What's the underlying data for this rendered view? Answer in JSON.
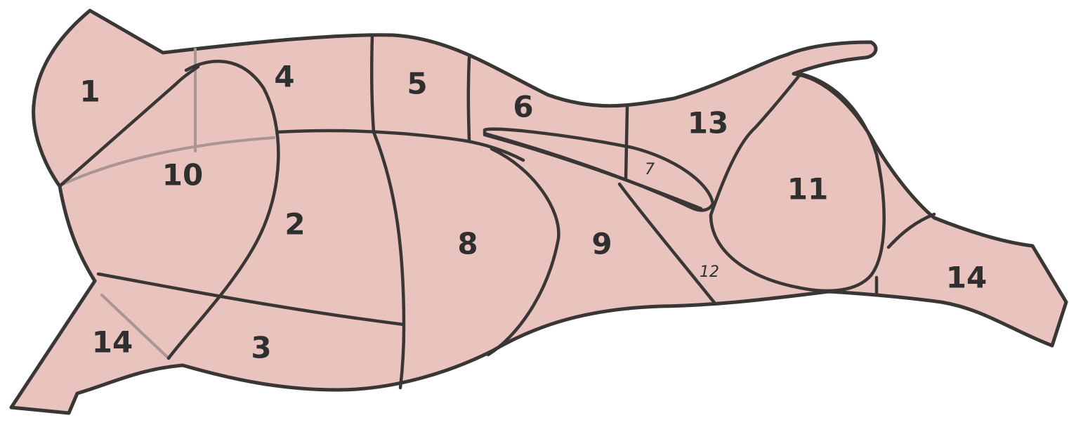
{
  "diagram": {
    "colors": {
      "fill": "#e9c3bd",
      "line": "#3a3636",
      "faint_line": "#a99593",
      "label": "#2f2f2f"
    },
    "cuts": {
      "c1": "1",
      "c2": "2",
      "c3": "3",
      "c4": "4",
      "c5": "5",
      "c6": "6",
      "c7": "7",
      "c8": "8",
      "c9": "9",
      "c10": "10",
      "c11": "11",
      "c12": "12",
      "c13": "13",
      "c14_front": "14",
      "c14_back": "14"
    }
  }
}
